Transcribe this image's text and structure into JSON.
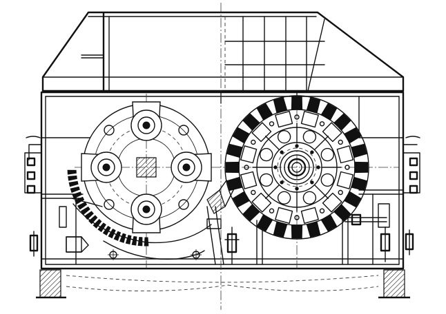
{
  "drawing": {
    "kind": "engineering-drawing",
    "subject": "crusher-assembly",
    "views": [
      "hammer-rotor",
      "toothed-roll",
      "housing",
      "hopper"
    ],
    "colors": {
      "ink": "#111111",
      "paper": "#ffffff"
    }
  }
}
